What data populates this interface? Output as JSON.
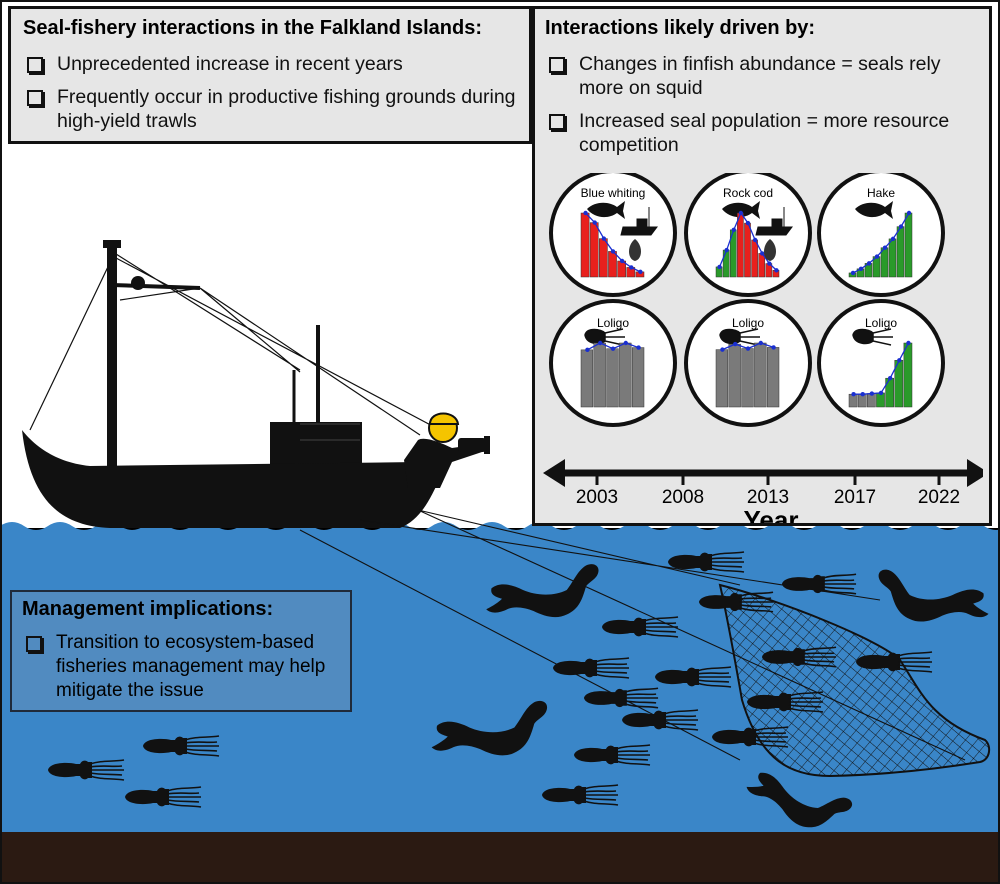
{
  "top_left_panel": {
    "title": "Seal-fishery interactions in the Falkland Islands:",
    "items": [
      "Unprecedented increase in recent years",
      "Frequently occur in productive fishing grounds during high-yield trawls"
    ]
  },
  "right_panel": {
    "title": "Interactions likely driven by:",
    "items": [
      "Changes in finfish abundance = seals rely more on squid",
      "Increased seal population = more resource competition"
    ],
    "circles": [
      {
        "label": "Blue whiting",
        "icon": "fish-icon",
        "trend_values": [
          10,
          8.5,
          6,
          4,
          2.5,
          1.5,
          0.8
        ],
        "bar_colors": [
          "#e8201d",
          "#e8201d",
          "#e8201d",
          "#e8201d",
          "#e8201d",
          "#e8201d",
          "#e8201d"
        ],
        "trawler": true
      },
      {
        "label": "Rock cod",
        "icon": "fish-icon",
        "trend_values": [
          1.5,
          4,
          7,
          9.5,
          8,
          5.5,
          3.5,
          2,
          1
        ],
        "bar_colors": [
          "#2a9a2a",
          "#2a9a2a",
          "#2a9a2a",
          "#e8201d",
          "#e8201d",
          "#e8201d",
          "#e8201d",
          "#e8201d",
          "#e8201d"
        ],
        "trawler": true
      },
      {
        "label": "Hake",
        "icon": "fish-icon",
        "trend_values": [
          0.6,
          1.2,
          2,
          3,
          4.3,
          5.6,
          7.4,
          9.4
        ],
        "bar_colors": [
          "#2a9a2a",
          "#2a9a2a",
          "#2a9a2a",
          "#2a9a2a",
          "#2a9a2a",
          "#2a9a2a",
          "#2a9a2a",
          "#2a9a2a"
        ],
        "trawler": false
      },
      {
        "label": "Loligo",
        "icon": "squid-icon",
        "trend_values": [
          5,
          5.6,
          5.1,
          5.6,
          5.2
        ],
        "bar_colors": [
          "#7a7a7a",
          "#7a7a7a",
          "#7a7a7a",
          "#7a7a7a",
          "#7a7a7a"
        ],
        "trawler": false
      },
      {
        "label": "Loligo",
        "icon": "squid-icon",
        "trend_values": [
          5.2,
          5.7,
          5.3,
          5.8,
          5.4
        ],
        "bar_colors": [
          "#7a7a7a",
          "#7a7a7a",
          "#7a7a7a",
          "#7a7a7a",
          "#7a7a7a"
        ],
        "trawler": false
      },
      {
        "label": "Loligo",
        "icon": "squid-icon",
        "trend_values": [
          2,
          2,
          2.1,
          2.2,
          4.5,
          7.3,
          10
        ],
        "bar_colors": [
          "#7a7a7a",
          "#7a7a7a",
          "#7a7a7a",
          "#2a9a2a",
          "#2a9a2a",
          "#2a9a2a",
          "#2a9a2a"
        ],
        "trawler": false
      }
    ],
    "timeline": {
      "ticks": [
        "2003",
        "2008",
        "2013",
        "2017",
        "2022"
      ],
      "title": "Year"
    }
  },
  "bottom_panel": {
    "title": "Management implications:",
    "items": [
      "Transition to ecosystem-based fisheries management may help mitigate the issue"
    ]
  },
  "colors": {
    "sea": "#3a86c8",
    "seabed": "#2b1a12",
    "sky": "#ffffff",
    "silhouette": "#111111",
    "hard_hat": "#f5c400",
    "decline": "#e8201d",
    "increase": "#2a9a2a",
    "stable": "#7a7a7a",
    "trend_points": "#1a2fd0"
  }
}
